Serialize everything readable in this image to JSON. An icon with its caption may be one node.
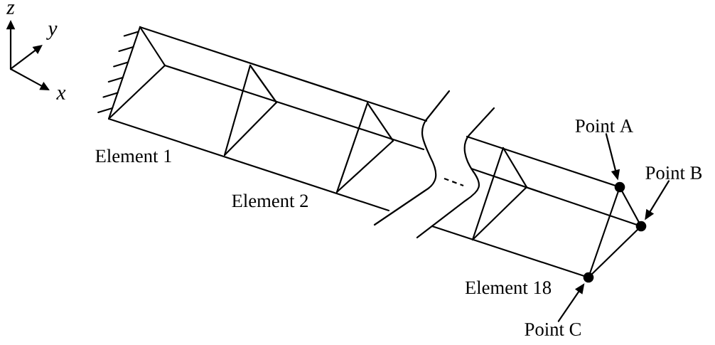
{
  "diagram": {
    "nodes": [
      {
        "text": [
          "Point A"
        ]
      },
      {
        "text": [
          "Point B"
        ]
      },
      {
        "text": [
          "Point C"
        ]
      },
      {
        "text": [],
        "shape": "circle"
      },
      {
        "text": [],
        "shape": "circle"
      },
      {
        "text": [],
        "shape": "circle"
      }
    ],
    "edges": [
      {
        "from": 0,
        "to": 3,
        "arrow": "to"
      },
      {
        "from": 1,
        "to": 4,
        "arrow": "to"
      },
      {
        "from": 2,
        "to": 5,
        "arrow": "to"
      }
    ],
    "labels": [
      "z",
      "y",
      "x",
      "Element 1",
      "Element 2",
      "Element 18"
    ]
  }
}
